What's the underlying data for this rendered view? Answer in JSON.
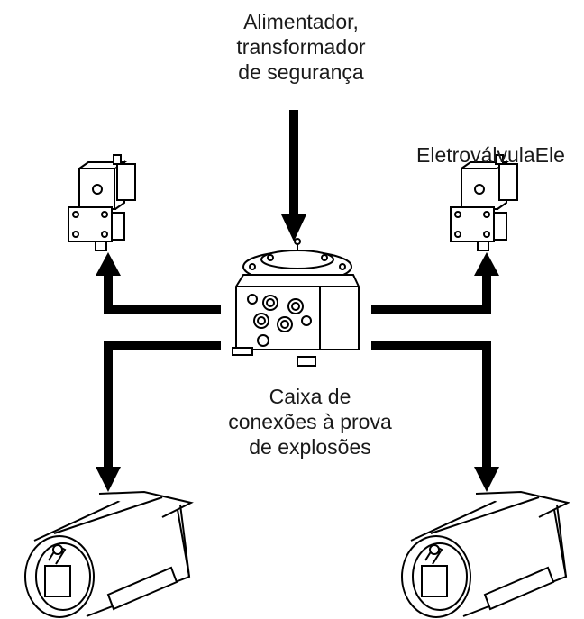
{
  "labels": {
    "power_supply": [
      "Alimentador,",
      "transformador",
      "de segurança"
    ],
    "junction_box": [
      "Caixa de",
      "conexões à prova",
      "de explosões"
    ],
    "valve_right": "EletroválvulaEle"
  },
  "colors": {
    "ink": "#000000",
    "text": "#1a1a1a",
    "background": "#ffffff"
  }
}
